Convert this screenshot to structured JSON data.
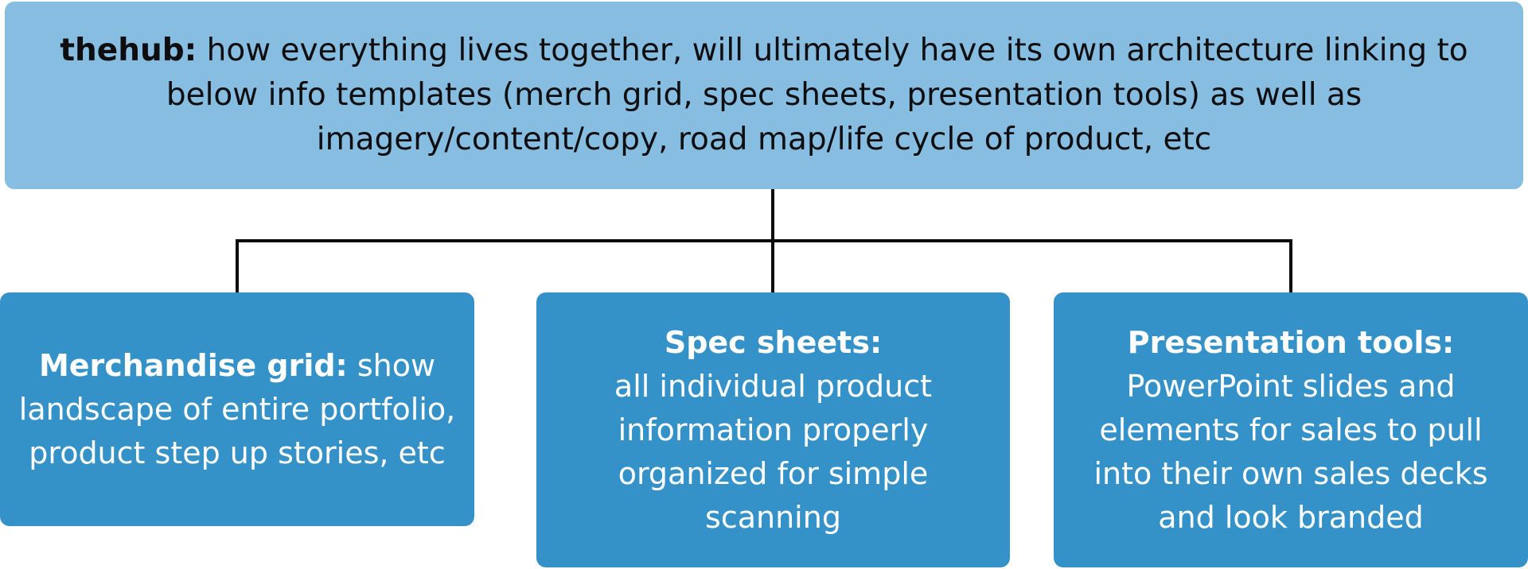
{
  "hub": {
    "lead": "thehub:",
    "text": " how everything lives together, will ultimately have its own architecture linking to below info templates (merch grid, spec sheets, presentation tools) as well as imagery/content/copy, road map/life cycle of product, etc"
  },
  "children": [
    {
      "lead": "Merchandise grid:",
      "text": " show landscape of entire portfolio, product step up stories, etc"
    },
    {
      "lead": "Spec sheets:",
      "text": "all individual product information properly organized for simple scanning"
    },
    {
      "lead": "Presentation tools:",
      "text": "PowerPoint slides and elements for sales to pull into their own sales decks and look branded"
    }
  ],
  "colors": {
    "hub_fill": "#86bde0",
    "child_fill": "#3592c9",
    "connector": "#0b0b0b"
  }
}
